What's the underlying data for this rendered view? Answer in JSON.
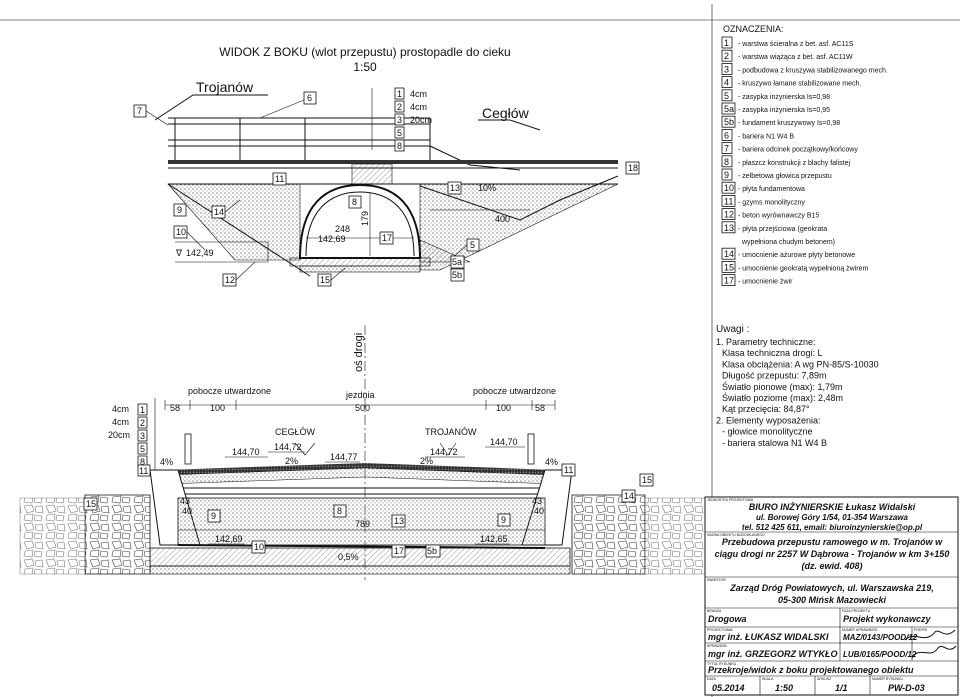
{
  "title": {
    "line1": "WIDOK Z BOKU (wlot przepustu) prostopadle do cieku",
    "line2": "1:50"
  },
  "places": {
    "left": "Trojanów",
    "right": "Cegłów",
    "cross_left": "CEGŁÓW",
    "cross_right": "TROJANÓW"
  },
  "side_view": {
    "layers": [
      {
        "num": "1",
        "label": "4cm"
      },
      {
        "num": "2",
        "label": "4cm"
      },
      {
        "num": "3",
        "label": "20cm"
      },
      {
        "num": "5",
        "label": ""
      },
      {
        "num": "8",
        "label": ""
      }
    ],
    "level_left": "142,49",
    "culvert_bottom": "142,69",
    "culvert_width": "248",
    "culvert_height": "179",
    "slope": "10%",
    "width_right": "400",
    "callouts": [
      "7",
      "6",
      "11",
      "9",
      "14",
      "10",
      "12",
      "15",
      "8",
      "17",
      "13",
      "5",
      "5a",
      "5b",
      "18"
    ]
  },
  "legend": {
    "heading": "OZNACZENIA:",
    "items": [
      {
        "num": "1",
        "text": "- warstwa ścieralna z bet. asf. AC11S"
      },
      {
        "num": "2",
        "text": "- warstwa wiążąca z bet. asf. AC11W"
      },
      {
        "num": "3",
        "text": "- podbudowa z kruszywa stabilizowanego mech."
      },
      {
        "num": "4",
        "text": "- kruszywo łamane stabilizowane mech."
      },
      {
        "num": "5",
        "text": "- zasypka inżynierska Is=0,98"
      },
      {
        "num": "5a",
        "text": "- zasypka inżynierska Is=0,95"
      },
      {
        "num": "5b",
        "text": "- fundament kruszywowy Is=0,98"
      },
      {
        "num": "6",
        "text": "- bariera N1 W4 B"
      },
      {
        "num": "7",
        "text": "- bariera odcinek początkowy/końcowy"
      },
      {
        "num": "8",
        "text": "- płaszcz konstrukcji z blachy falistej"
      },
      {
        "num": "9",
        "text": "- żelbetowa głowica przepustu"
      },
      {
        "num": "10",
        "text": "- płyta fundamentowa"
      },
      {
        "num": "11",
        "text": "- gzyms monolityczny"
      },
      {
        "num": "12",
        "text": "- beton wyrównawczy B15"
      },
      {
        "num": "13",
        "text": "- płyta przejściowa (geokrata"
      },
      {
        "num": "",
        "text": "wypełniona chudym betonem)"
      },
      {
        "num": "14",
        "text": "- umocnienie ażurowe płyty betonowe"
      },
      {
        "num": "15",
        "text": "- umocnienie geokratą wypełnioną żwirem"
      },
      {
        "num": "17",
        "text": "- umocnienie żwir"
      }
    ]
  },
  "notes": {
    "heading": "Uwagi :",
    "lines": [
      "1. Parametry techniczne:",
      "Klasa techniczna drogi: L",
      "Klasa obciążenia: A wg PN-85/S-10030",
      "Długość przepustu: 7,89m",
      "Światło pionowe (max): 1,79m",
      "Światło poziome (max): 2,48m",
      "Kąt przecięcia: 84,87°",
      "2. Elementy wyposażenia:",
      "- głowice monolityczne",
      "- bariera stalowa N1 W4 B"
    ]
  },
  "cross_section": {
    "axis_label": "oś drogi",
    "shoulder_left": "pobocze utwardzone",
    "carriageway": "jezdnia",
    "shoulder_right": "pobocze utwardzone",
    "dims": [
      "58",
      "100",
      "500",
      "100",
      "58"
    ],
    "layers": [
      {
        "num": "1",
        "label": "4cm"
      },
      {
        "num": "2",
        "label": "4cm"
      },
      {
        "num": "3",
        "label": "20cm"
      },
      {
        "num": "5",
        "label": ""
      },
      {
        "num": "8",
        "label": ""
      },
      {
        "num": "11",
        "label": ""
      }
    ],
    "levels": [
      "144,70",
      "144,72",
      "144,77",
      "144,72",
      "144,70"
    ],
    "slopes": [
      "4%",
      "2%",
      "2%",
      "4%"
    ],
    "length": "789",
    "bottom_slope": "0,5%",
    "level_bottom_left": "142,69",
    "level_bottom_right": "142,65",
    "dim_43": "43",
    "dim_40": "40",
    "callouts": [
      "15",
      "9",
      "8",
      "13",
      "10",
      "17",
      "5b",
      "9",
      "14",
      "11",
      "15"
    ]
  },
  "title_block": {
    "designer_label": "JEDNOSTKA PROJEKTOWA",
    "company": "BIURO INŻYNIERSKIE Łukasz Widalski",
    "address": "ul. Borowej Góry 1/54, 01-354 Warszawa",
    "contact": "tel. 512 425 611, email: biuroinzynierskie@op.pl",
    "object_label": "NAZWA OBIEKTU BUDOWLANEGO",
    "project_l1": "Przebudowa przepustu ramowego w m. Trojanów w",
    "project_l2": "ciągu drogi nr 2257 W Dąbrowa - Trojanów w km 3+150",
    "project_l3": "(dz. ewid. 408)",
    "investor_label": "INWESTOR",
    "investor_l1": "Zarząd Dróg Powiatowych, ul. Warszawska 219,",
    "investor_l2": "05-300 Mińsk Mazowiecki",
    "branch_label": "BRANŻA",
    "branch": "Drogowa",
    "phase_label": "FAZA PROJEKTU",
    "phase": "Projekt wykonawczy",
    "designer_role": "PROJEKTOWAŁ",
    "designer_name": "mgr inż. ŁUKASZ WIDALSKI",
    "designer_perm_label": "NUMER UPRAWNIEŃ",
    "designer_perm": "MAZ/0143/POOD/12",
    "checker_role": "SPRAWDZIŁ",
    "checker_name": "mgr inż. GRZEGORZ WTYKŁO",
    "checker_perm": "LUB/0165/POOD/12",
    "signature_label": "PODPIS",
    "drawing_label": "TYTUŁ RYSUNKU",
    "drawing_title": "Przekroje/widok z boku projektowanego obiektu",
    "date_label": "DATA",
    "date": "05.2014",
    "scale_label": "SKALA",
    "scale": "1:50",
    "sheet_label": "ARKUSZ",
    "sheet": "1/1",
    "number_label": "NUMER RYSUNKU",
    "number": "PW-D-03"
  }
}
